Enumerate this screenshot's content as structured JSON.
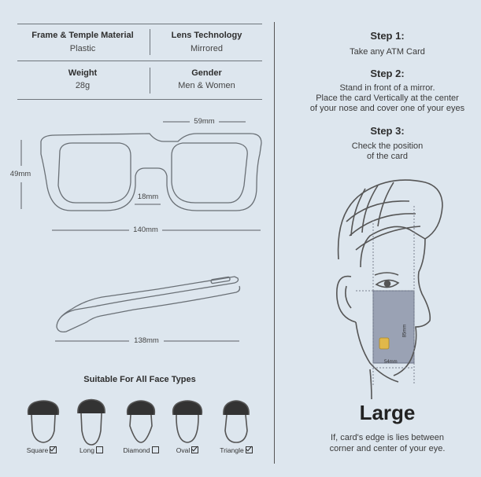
{
  "specs": {
    "frame_title": "Frame & Temple Material",
    "frame_value": "Plastic",
    "lens_title": "Lens Technology",
    "lens_value": "Mirrored",
    "weight_title": "Weight",
    "weight_value": "28g",
    "gender_title": "Gender",
    "gender_value": "Men & Women"
  },
  "dimensions": {
    "lens_width": "59mm",
    "lens_height": "49mm",
    "bridge": "18mm",
    "frame_width": "140mm",
    "temple_length": "138mm"
  },
  "faces": {
    "title": "Suitable For All Face Types",
    "items": [
      {
        "label": "Square",
        "checked": true
      },
      {
        "label": "Long",
        "checked": false
      },
      {
        "label": "Diamond",
        "checked": false
      },
      {
        "label": "Oval",
        "checked": true
      },
      {
        "label": "Triangle",
        "checked": true
      }
    ]
  },
  "steps": {
    "step1_title": "Step 1:",
    "step1_text": "Take any ATM Card",
    "step2_title": "Step 2:",
    "step2_line1": "Stand in front of a mirror.",
    "step2_line2": "Place the card Vertically at the center",
    "step2_line3": "of your nose and cover one of your eyes",
    "step3_title": "Step 3:",
    "step3_line1": "Check the position",
    "step3_line2": "of the card"
  },
  "card": {
    "width_label": "54mm",
    "height_label": "85mm"
  },
  "result": {
    "size": "Large",
    "line1": "If, card's edge is lies between",
    "line2": "corner and center of your eye."
  }
}
